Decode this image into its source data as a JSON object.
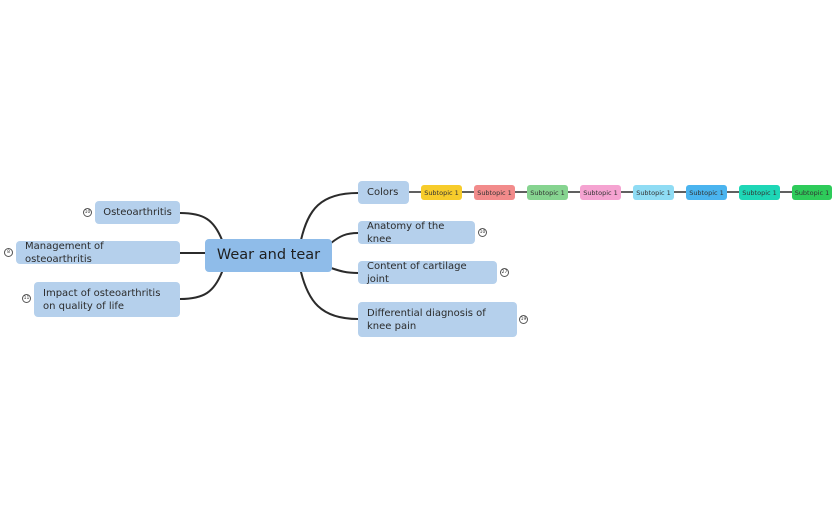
{
  "central": {
    "label": "Wear and tear"
  },
  "left_topics": [
    {
      "label": "Osteoarthritis",
      "badge": "10"
    },
    {
      "label": "Management of osteoarthritis",
      "badge": "8"
    },
    {
      "label": "Impact of osteoarthritis on quality of life",
      "badge": "11"
    }
  ],
  "right_topics": [
    {
      "label": "Colors"
    },
    {
      "label": "Anatomy of the knee",
      "badge": "10"
    },
    {
      "label": "Content of cartilage joint",
      "badge": "27"
    },
    {
      "label": "Differential diagnosis of knee pain",
      "badge": "19"
    }
  ],
  "color_subtopics": [
    {
      "label": "Subtopic 1",
      "color": "#f7cc2b"
    },
    {
      "label": "Subtopic 1",
      "color": "#f28b8b"
    },
    {
      "label": "Subtopic 1",
      "color": "#86d490"
    },
    {
      "label": "Subtopic 1",
      "color": "#f5a3d1"
    },
    {
      "label": "Subtopic 1",
      "color": "#8fdcf4"
    },
    {
      "label": "Subtopic 1",
      "color": "#4ab4ef"
    },
    {
      "label": "Subtopic 1",
      "color": "#1ed6b6"
    },
    {
      "label": "Subtopic 1",
      "color": "#2ecb5a"
    }
  ],
  "colors": {
    "connector": "#2b2b2b",
    "node_fill": "#b5d0ec",
    "central_fill": "#8fbce9"
  }
}
